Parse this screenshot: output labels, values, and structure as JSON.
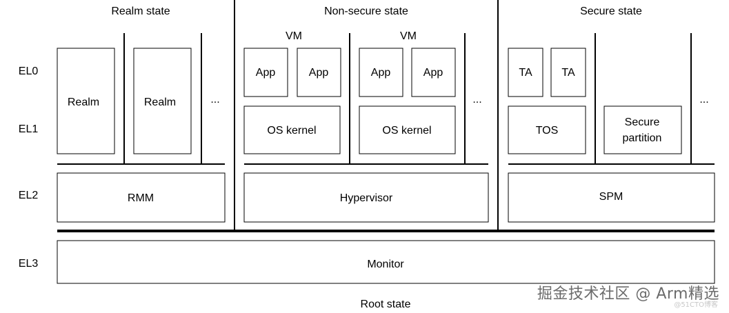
{
  "states": {
    "realm": "Realm state",
    "nonsecure": "Non-secure state",
    "secure": "Secure state",
    "root": "Root state"
  },
  "levels": {
    "el0": "EL0",
    "el1": "EL1",
    "el2": "EL2",
    "el3": "EL3"
  },
  "realm": {
    "box1": "Realm",
    "box2": "Realm",
    "more": "...",
    "el2": "RMM"
  },
  "nonsecure": {
    "vm1": "VM",
    "vm2": "VM",
    "app1": "App",
    "app2": "App",
    "app3": "App",
    "app4": "App",
    "kernel1": "OS kernel",
    "kernel2": "OS kernel",
    "more": "...",
    "el2": "Hypervisor"
  },
  "secure": {
    "ta1": "TA",
    "ta2": "TA",
    "tos": "TOS",
    "partition_line1": "Secure",
    "partition_line2": "partition",
    "more": "...",
    "el2": "SPM"
  },
  "el3": {
    "monitor": "Monitor"
  },
  "watermark": {
    "main": "掘金技术社区 @ Arm精选",
    "sub": "@51CTO博客"
  }
}
